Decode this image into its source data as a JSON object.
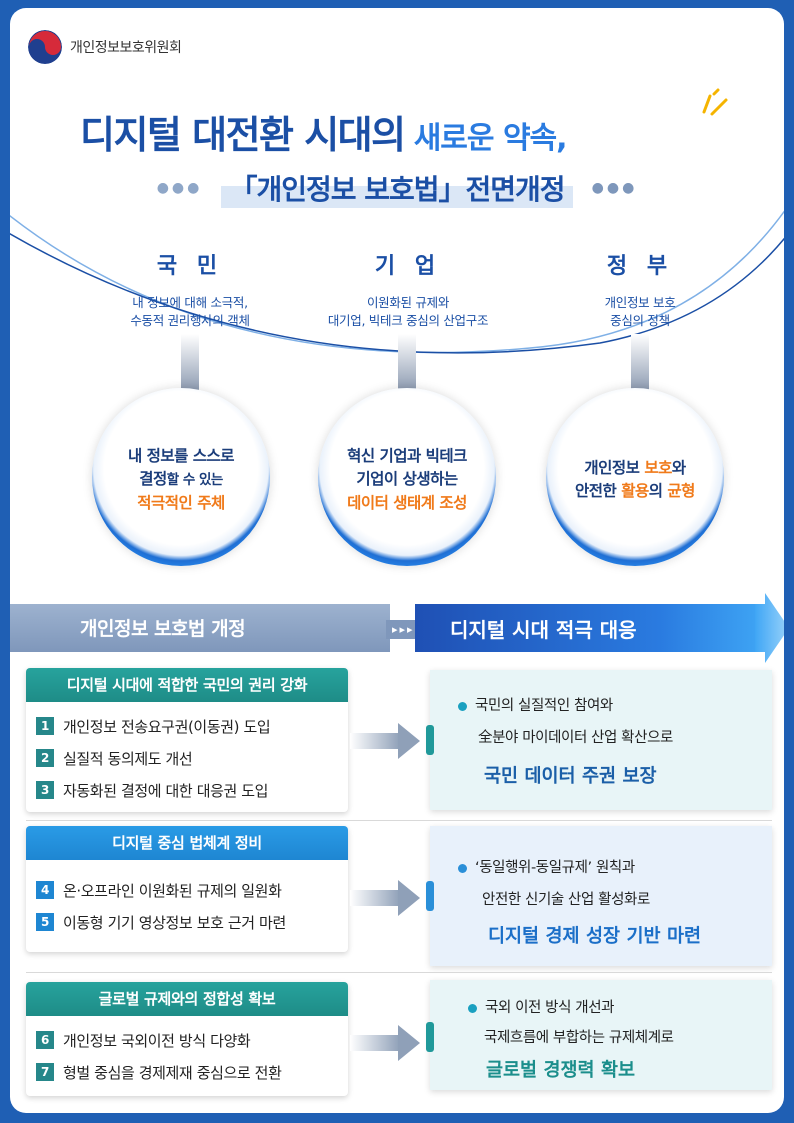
{
  "org": {
    "name": "개인정보보호위원회",
    "logo_icon": "taegeuk-icon"
  },
  "title": {
    "main": "디지털 대전환 시대의",
    "sub": "새로운 약속,",
    "subtitle": "「개인정보 보호법」전면개정"
  },
  "columns": [
    {
      "title": "국 민",
      "desc1": "내 정보에 대해 소극적,",
      "desc2": "수동적 권리행사의 객체"
    },
    {
      "title": "기 업",
      "desc1": "이원화된 규제와",
      "desc2": "대기업, 빅테크 중심의 산업구조"
    },
    {
      "title": "정 부",
      "desc1": "개인정보 보호",
      "desc2": "중심의 정책"
    }
  ],
  "circles": [
    {
      "l1": "내 정보를 스스로",
      "l2a": "결정",
      "l2b": "할 수 있는",
      "l3": "적극적인 주체"
    },
    {
      "l1": "혁신 기업과 빅테크",
      "l2": "기업이 상생하는",
      "l3": "데이터 생태계 조성"
    },
    {
      "l1a": "개인정보 ",
      "l1b": "보호",
      "l1c": "와",
      "l2a": "안전한 ",
      "l2b": "활용",
      "l2c": "의  ",
      "l2d": "균형"
    }
  ],
  "bars": {
    "left": "개인정보 보호법 개정",
    "middle": "▸▸▸",
    "right": "디지털 시대 적극 대응"
  },
  "sections": [
    {
      "head": "디지털 시대에 적합한 국민의 권리 강화",
      "items": [
        {
          "num": "1",
          "text": "개인정보 전송요구권(이동권) 도입"
        },
        {
          "num": "2",
          "text": "실질적 동의제도 개선"
        },
        {
          "num": "3",
          "text": "자동화된 결정에 대한 대응권 도입"
        }
      ],
      "result": {
        "line1": "국민의 실질적인 참여와",
        "line2": "全분야 마이데이터 산업 확산으로",
        "strong": "국민 데이터 주권 보장"
      }
    },
    {
      "head": "디지털 중심 법체계 정비",
      "items": [
        {
          "num": "4",
          "text": "온·오프라인 이원화된 규제의 일원화"
        },
        {
          "num": "5",
          "text": "이동형 기기 영상정보 보호 근거 마련"
        }
      ],
      "result": {
        "line1": "‘동일행위-동일규제’ 원칙과",
        "line2": "안전한 신기술 산업 활성화로",
        "strong": "디지털 경제 성장 기반 마련"
      }
    },
    {
      "head": "글로벌 규제와의 정합성 확보",
      "items": [
        {
          "num": "6",
          "text": "개인정보 국외이전 방식 다양화"
        },
        {
          "num": "7",
          "text": "형벌 중심을 경제제재 중심으로 전환"
        }
      ],
      "result": {
        "line1": "국외 이전 방식 개선과",
        "line2": "국제흐름에 부합하는 규제체계로",
        "strong": "글로벌 경쟁력 확보"
      }
    }
  ],
  "colors": {
    "navy": "#1b4fa5",
    "accent_blue": "#2a7be0",
    "orange": "#f07a1a",
    "teal": "#1e8c87",
    "sky": "#1e86d2"
  }
}
